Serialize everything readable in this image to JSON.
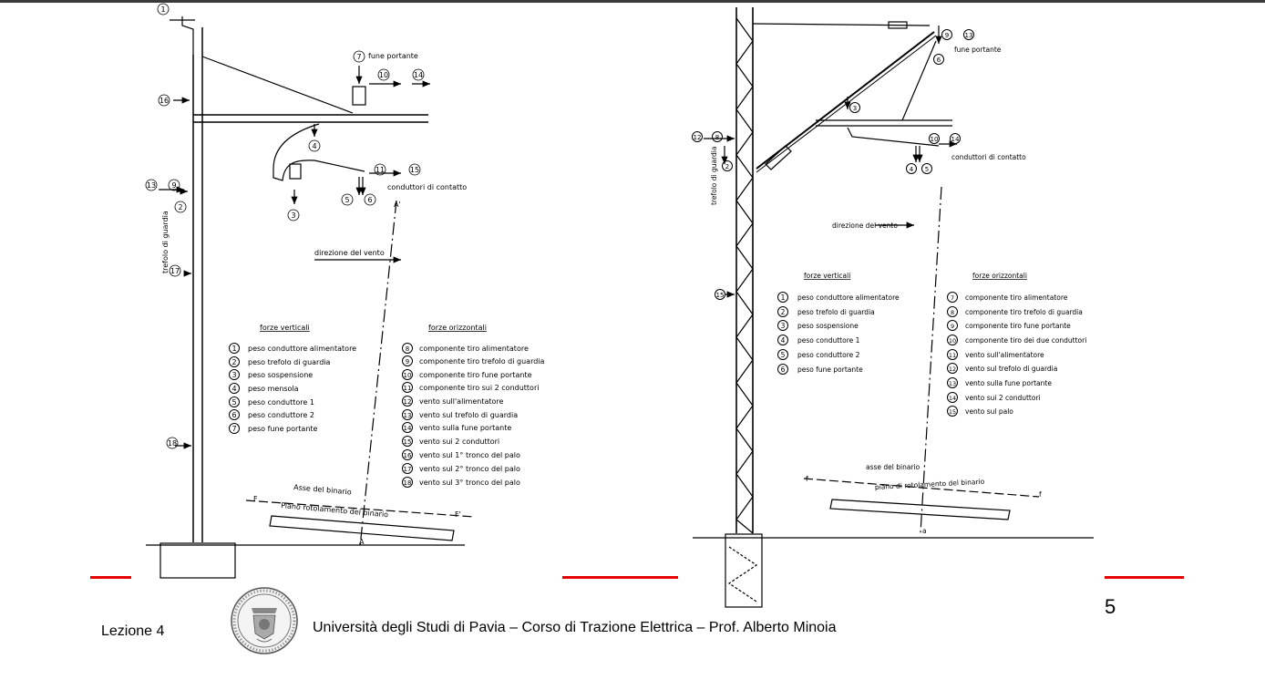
{
  "slide": {
    "lesson_label": "Lezione 4",
    "footer_text": "Università degli Studi di Pavia – Corso di Trazione Elettrica – Prof. Alberto Minoia",
    "page_number": "5",
    "accent_color": "#e60000",
    "seal_icon": "university-seal-icon"
  },
  "left_diagram": {
    "label_fune_portante": "fune portante",
    "label_conduttori_contatto": "conduttori di contatto",
    "label_trefolo_guardia": "trefolo di guardia",
    "label_direzione_vento": "direzione del vento",
    "label_asse_binario": "Asse del binario",
    "label_piano_rotolamento": "Piano rotolamento del binario",
    "label_A": "A",
    "label_A_prime": "A'",
    "label_F": "F",
    "label_F_prime": "F'",
    "vertical_title": "forze verticali",
    "horizontal_title": "forze orizzontali",
    "vertical_forces": [
      {
        "num": "1",
        "text": "peso conduttore alimentatore"
      },
      {
        "num": "2",
        "text": "peso trefolo di guardia"
      },
      {
        "num": "3",
        "text": "peso sospensione"
      },
      {
        "num": "4",
        "text": "peso mensola"
      },
      {
        "num": "5",
        "text": "peso conduttore 1"
      },
      {
        "num": "6",
        "text": "peso conduttore 2"
      },
      {
        "num": "7",
        "text": "peso fune portante"
      }
    ],
    "horizontal_forces": [
      {
        "num": "8",
        "text": "componente tiro alimentatore"
      },
      {
        "num": "9",
        "text": "componente tiro trefolo di guardia"
      },
      {
        "num": "10",
        "text": "componente tiro fune portante"
      },
      {
        "num": "11",
        "text": "componente tiro sui 2 conduttori"
      },
      {
        "num": "12",
        "text": "vento sull'alimentatore"
      },
      {
        "num": "13",
        "text": "vento sul trefolo di guardia"
      },
      {
        "num": "14",
        "text": "vento sulla fune portante"
      },
      {
        "num": "15",
        "text": "vento sui 2 conduttori"
      },
      {
        "num": "16",
        "text": "vento sul 1° tronco del palo"
      },
      {
        "num": "17",
        "text": "vento sul 2° tronco del palo"
      },
      {
        "num": "18",
        "text": "vento sul 3° tronco del palo"
      }
    ]
  },
  "right_diagram": {
    "label_fune_portante": "fune portante",
    "label_conduttori_contatto": "conduttori di contatto",
    "label_trefolo_guardia": "trefolo di guardia",
    "label_direzione_vento": "direzione del vento",
    "label_asse_binario": "asse del binario",
    "label_piano_rotolamento": "piano di rotolamento del binario",
    "label_a": "a",
    "label_f": "f",
    "vertical_title": "forze verticali",
    "horizontal_title": "forze orizzontali",
    "vertical_forces": [
      {
        "num": "1",
        "text": "peso conduttore alimentatore"
      },
      {
        "num": "2",
        "text": "peso trefolo di guardia"
      },
      {
        "num": "3",
        "text": "peso sospensione"
      },
      {
        "num": "4",
        "text": "peso conduttore 1"
      },
      {
        "num": "5",
        "text": "peso conduttore 2"
      },
      {
        "num": "6",
        "text": "peso fune portante"
      }
    ],
    "horizontal_forces": [
      {
        "num": "7",
        "text": "componente tiro alimentatore"
      },
      {
        "num": "8",
        "text": "componente tiro trefolo di guardia"
      },
      {
        "num": "9",
        "text": "componente tiro fune portante"
      },
      {
        "num": "10",
        "text": "componente tiro dei due conduttori"
      },
      {
        "num": "11",
        "text": "vento sull'alimentatore"
      },
      {
        "num": "12",
        "text": "vento sul trefolo di guardia"
      },
      {
        "num": "13",
        "text": "vento sulla fune portante"
      },
      {
        "num": "14",
        "text": "vento sui 2 conduttori"
      },
      {
        "num": "15",
        "text": "vento sul palo"
      }
    ]
  }
}
